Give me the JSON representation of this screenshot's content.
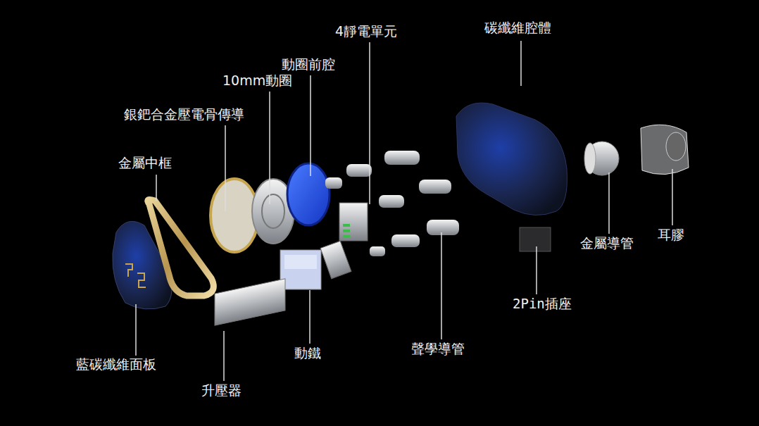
{
  "diagram": {
    "labels": [
      "碳纖維腔體",
      "4靜電單元",
      "動圈前腔",
      "10mm動圈",
      "銀鈀合金壓電骨傳導",
      "金屬中框",
      "耳膠",
      "金屬導管",
      "2Pin插座",
      "聲學導管",
      "動鐵",
      "藍碳纖維面板",
      "升壓器"
    ]
  }
}
